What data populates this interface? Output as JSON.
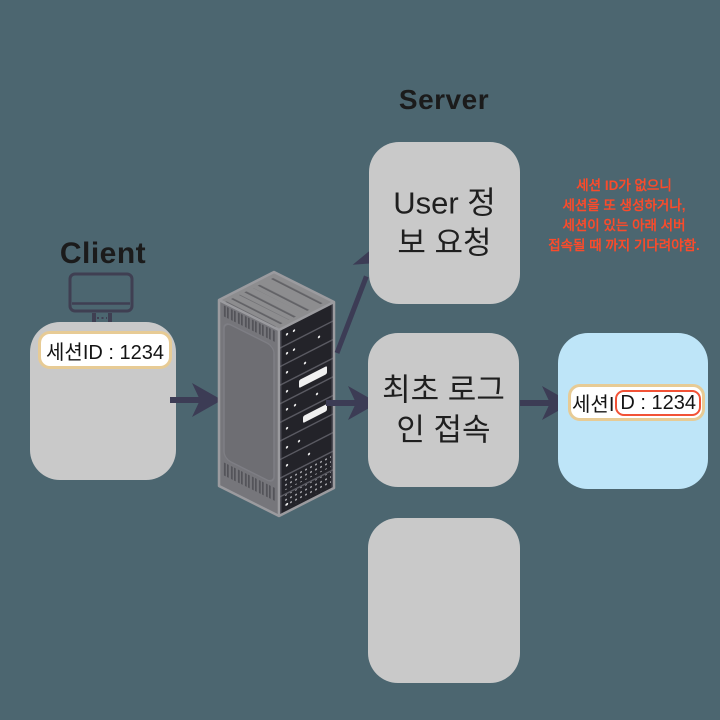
{
  "colors": {
    "background": "#4c6670",
    "box_gray": "#c9c9c9",
    "box_blue": "#bee5f8",
    "pill_border": "#e7cb95",
    "highlight_red": "#f25236",
    "annotation_red": "#fa4b2b",
    "arrow": "#3c3c55"
  },
  "client": {
    "label": "Client",
    "session_badge": "세션ID : 1234"
  },
  "server": {
    "label": "Server",
    "boxes": [
      {
        "label": "User 정보 요청"
      },
      {
        "label": "최초 로그인 접속"
      },
      {
        "label": ""
      }
    ]
  },
  "annotation": {
    "lines": [
      "세션 ID가 없으니",
      "세션을 또 생성하거나,",
      "세션이 있는 아래 서버",
      "접속될 때 까지 기다려야함."
    ]
  },
  "result_box": {
    "session_badge_prefix": "세션I",
    "session_badge_highlight": "D : 1234"
  }
}
